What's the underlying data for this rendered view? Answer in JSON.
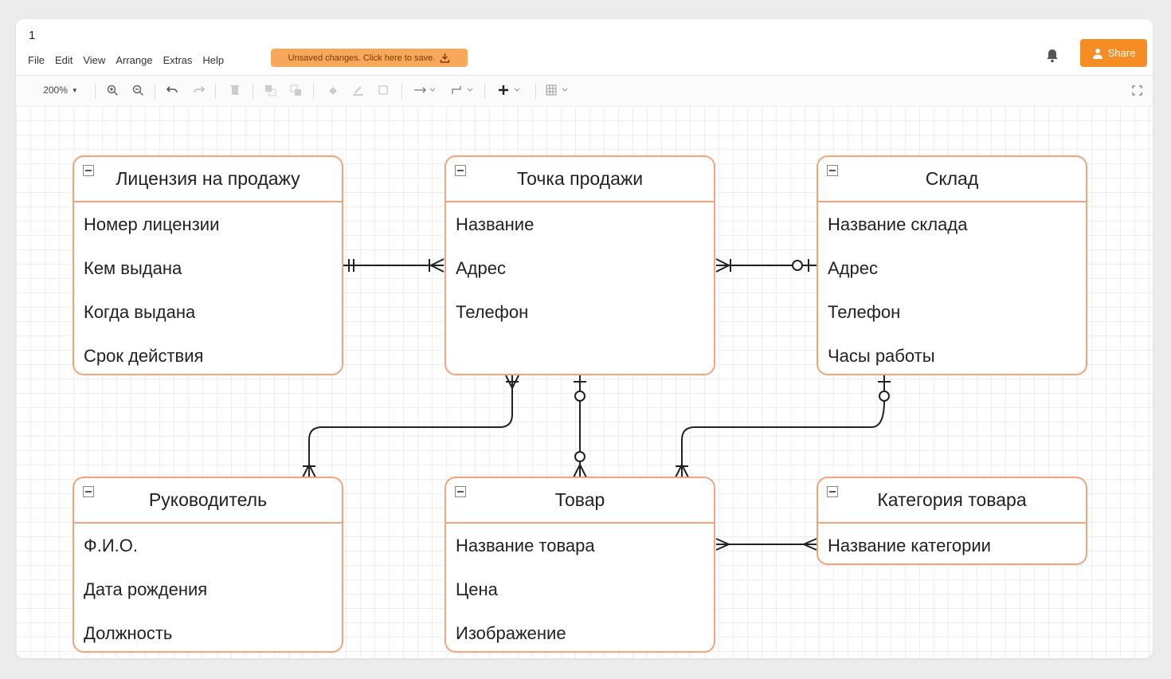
{
  "document": {
    "title": "1"
  },
  "menu": {
    "file": "File",
    "edit": "Edit",
    "view": "View",
    "arrange": "Arrange",
    "extras": "Extras",
    "help": "Help"
  },
  "unsaved_banner": "Unsaved changes. Click here to save.",
  "share_label": "Share",
  "toolbar": {
    "zoom": "200%"
  },
  "colors": {
    "accent": "#f58c24",
    "entity_border": "#f4a37d",
    "banner": "#f8a85a"
  },
  "entities": {
    "license": {
      "title": "Лицензия на продажу",
      "attributes": [
        "Номер лицензии",
        "Кем выдана",
        "Когда выдана",
        "Срок действия"
      ]
    },
    "point_of_sale": {
      "title": "Точка продажи",
      "attributes": [
        "Название",
        "Адрес",
        "Телефон"
      ]
    },
    "warehouse": {
      "title": "Склад",
      "attributes": [
        "Название склада",
        "Адрес",
        "Телефон",
        "Часы работы"
      ]
    },
    "manager": {
      "title": "Руководитель",
      "attributes": [
        "Ф.И.О.",
        "Дата рождения",
        "Должность"
      ]
    },
    "product": {
      "title": "Товар",
      "attributes": [
        "Название товара",
        "Цена",
        "Изображение"
      ]
    },
    "category": {
      "title": "Категория товара",
      "attributes": [
        "Название категории"
      ]
    }
  }
}
